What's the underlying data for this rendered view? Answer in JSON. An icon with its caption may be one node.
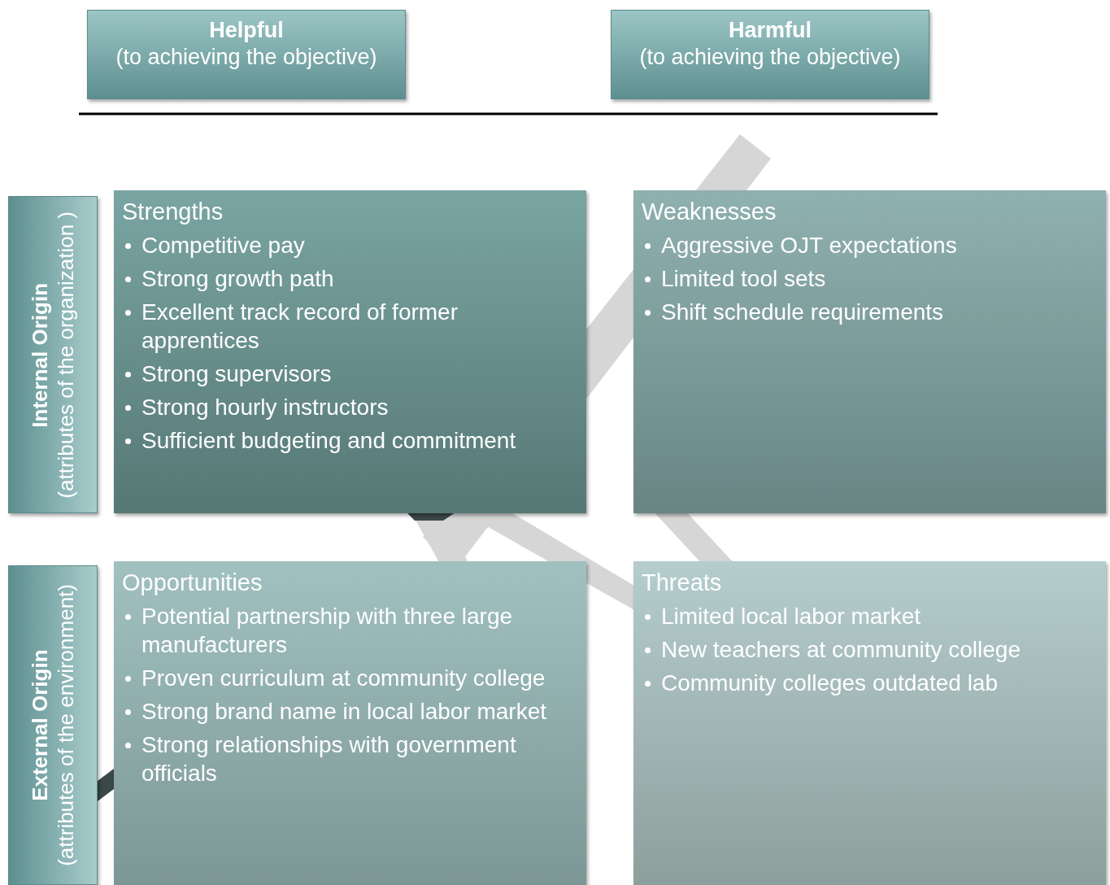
{
  "diagram": {
    "nodes": [
      {
        "text": [
          "Helpful",
          "(to achieving the objective)"
        ]
      },
      {
        "text": [
          "Harmful",
          "(to achieving the objective)"
        ]
      },
      {
        "text": [
          "Internal Origin",
          "(attributes of the organization )"
        ]
      },
      {
        "text": [
          "Strengths",
          "Competitive pay",
          "Strong growth path",
          "Excellent track record of former apprentices",
          "Strong supervisors",
          "Strong hourly instructors",
          "Sufficient budgeting and commitment"
        ]
      },
      {
        "text": [
          "Weaknesses",
          "Aggressive OJT expectations",
          "Limited tool sets",
          "Shift schedule requirements"
        ]
      },
      {
        "text": [
          "External Origin",
          "(attributes of the environment)"
        ]
      },
      {
        "text": [
          "Opportunities",
          "Potential partnership with three large manufacturers",
          "Proven curriculum at community college",
          "Strong brand name in local labor market",
          "Strong relationships with government officials"
        ]
      },
      {
        "text": [
          "Threats",
          "Limited local labor market",
          "New teachers at community college",
          "Community colleges outdated lab"
        ]
      }
    ]
  }
}
